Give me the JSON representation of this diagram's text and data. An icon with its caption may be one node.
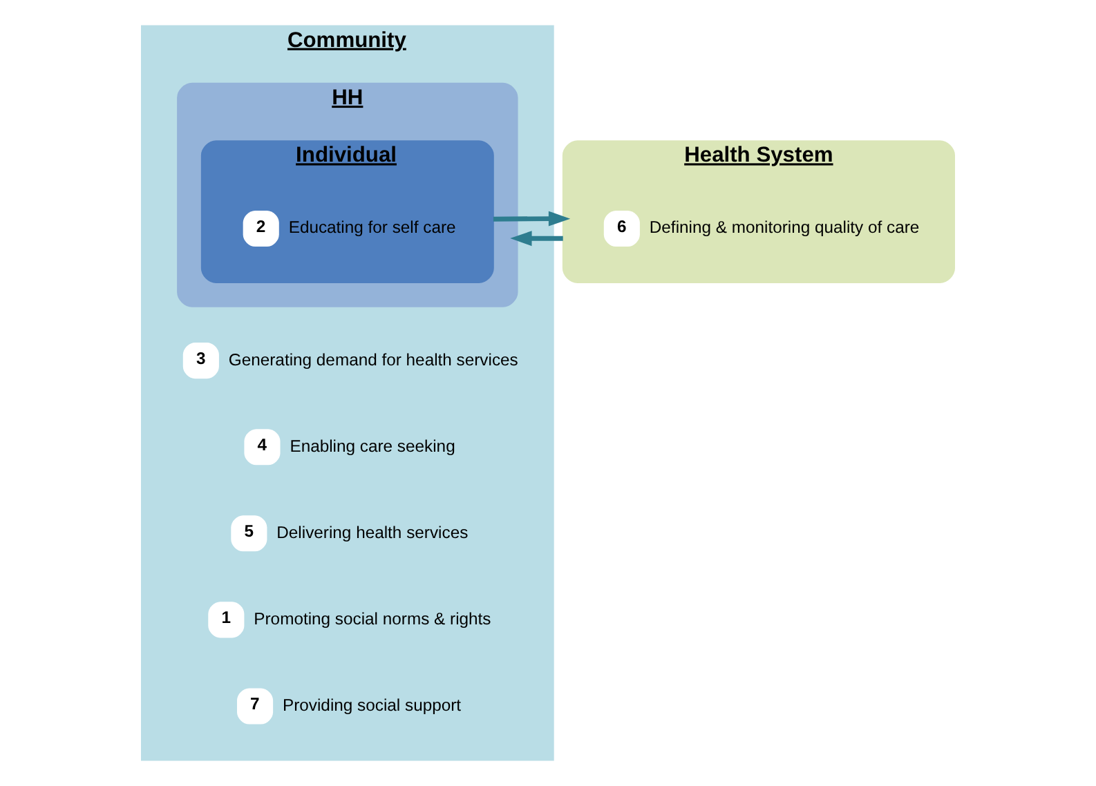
{
  "diagram": {
    "nodes": [
      {
        "text": [
          "Community"
        ]
      },
      {
        "text": [
          "3"
        ],
        "in": 0,
        "beside": [
          "Generating demand for health services"
        ]
      },
      {
        "text": [
          "4"
        ],
        "in": 0,
        "beside": [
          "Enabling care seeking"
        ]
      },
      {
        "text": [
          "HH"
        ],
        "in": 0
      },
      {
        "text": [
          "Individual"
        ],
        "in": 3
      },
      {
        "text": [
          "2"
        ],
        "in": 4,
        "beside": [
          "Educating for self care"
        ]
      },
      {
        "text": [
          "Health System"
        ]
      },
      {
        "text": [
          "6"
        ],
        "in": 6,
        "beside": [
          "Defining & monitoring quality of care"
        ]
      },
      {
        "text": [
          "5"
        ],
        "in": 0,
        "beside": [
          "Delivering health services"
        ]
      },
      {
        "text": [
          "1"
        ],
        "in": 0,
        "beside": [
          "Promoting social norms & rights"
        ]
      },
      {
        "text": [
          "7"
        ],
        "in": 0,
        "beside": [
          "Providing social support"
        ]
      }
    ],
    "edges": [
      {
        "from": 4,
        "to": 6,
        "arrow": "to"
      },
      {
        "from": 6,
        "to": 3,
        "arrow": "to"
      }
    ]
  }
}
